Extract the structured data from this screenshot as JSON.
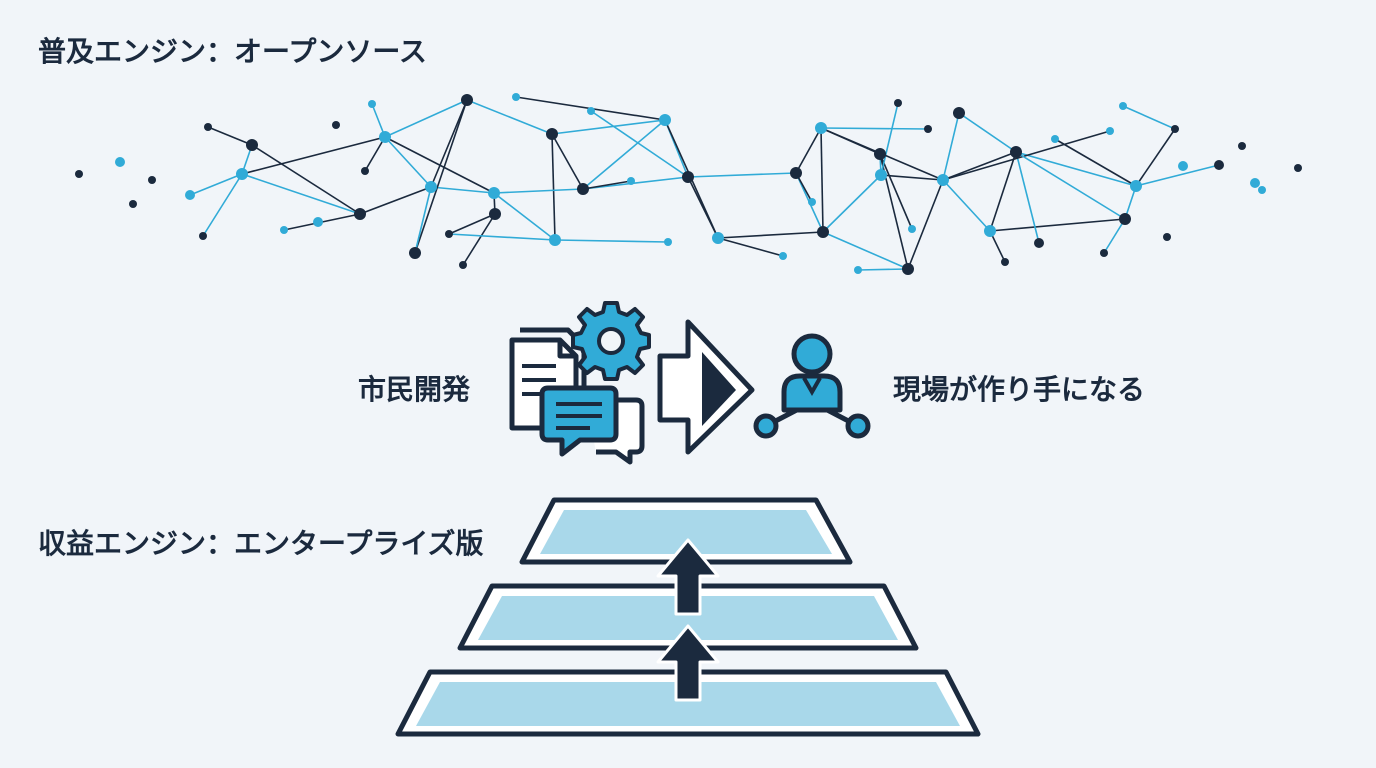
{
  "adoption_engine": {
    "title": "普及エンジン：オープンソース"
  },
  "citizen_dev": {
    "left_label": "市民開発",
    "right_label": "現場が作り手になる"
  },
  "revenue_engine": {
    "title": "収益エンジン：エンタープライズ版",
    "tiers": 3
  },
  "icons": {
    "network": "network-graph-icon",
    "documents": "document-stack-icon",
    "gear": "gear-icon",
    "chat": "chat-bubbles-icon",
    "arrow": "arrow-right-icon",
    "person": "person-network-icon",
    "up_arrow": "arrow-up-icon"
  },
  "colors": {
    "navy": "#1b2a3e",
    "cyan": "#31abd7",
    "tier_fill": "#a9d8ea",
    "background": "#f1f5f9"
  }
}
